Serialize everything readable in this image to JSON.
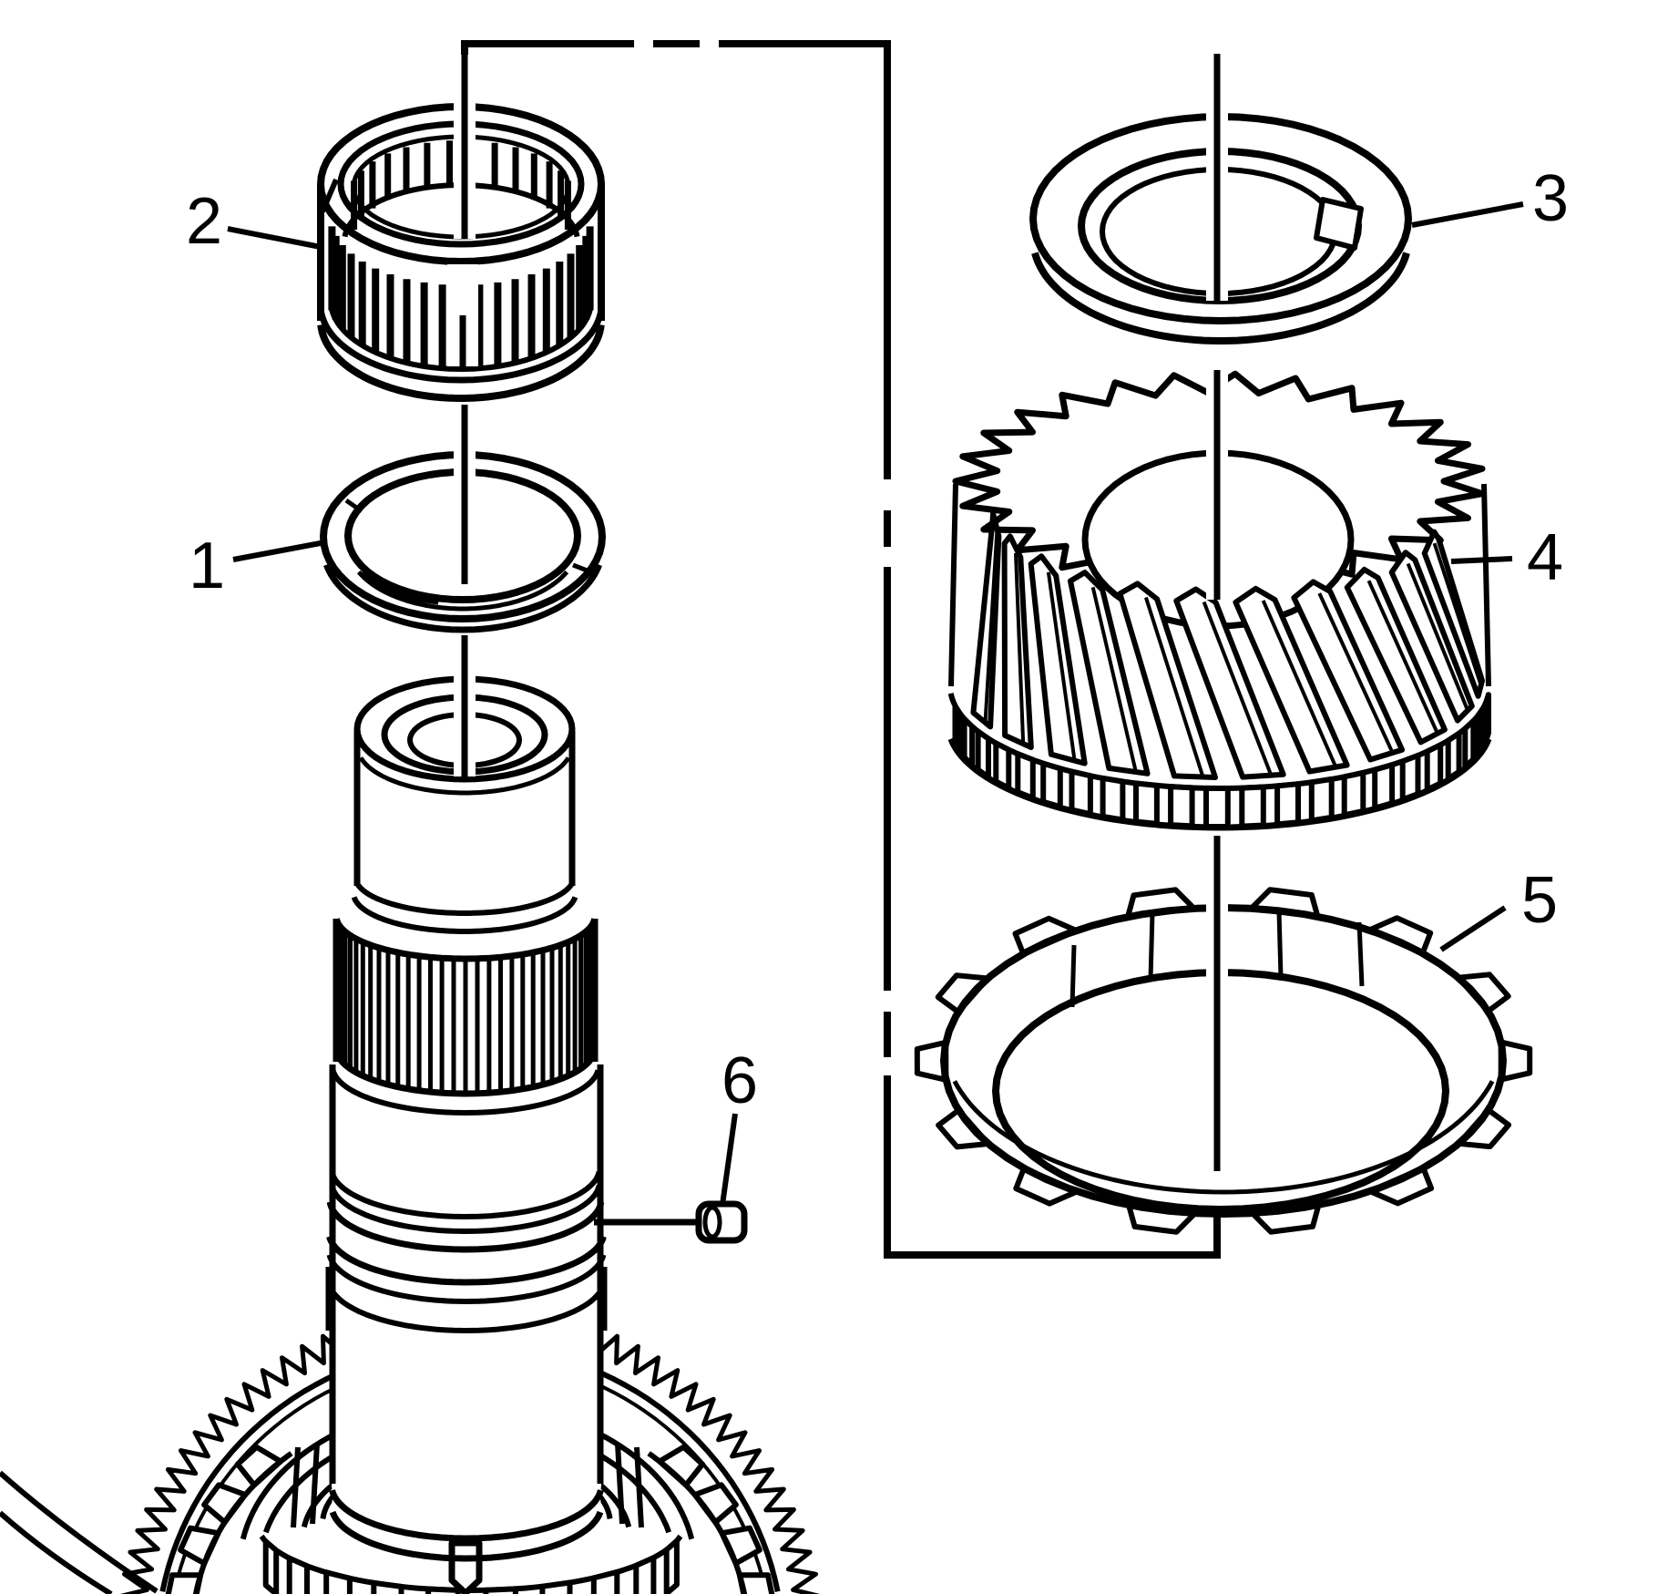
{
  "figure": {
    "type": "exploded-parts-diagram",
    "background_color": "#ffffff",
    "line_color": "#000000",
    "callout_count": "6"
  },
  "callouts": [
    {
      "number": "1",
      "part": "snap-ring"
    },
    {
      "number": "2",
      "part": "needle-bearing-cage"
    },
    {
      "number": "3",
      "part": "thrust-washer"
    },
    {
      "number": "4",
      "part": "helical-gear"
    },
    {
      "number": "5",
      "part": "synchronizer-blocking-ring"
    },
    {
      "number": "6",
      "part": "roll-pin"
    }
  ]
}
